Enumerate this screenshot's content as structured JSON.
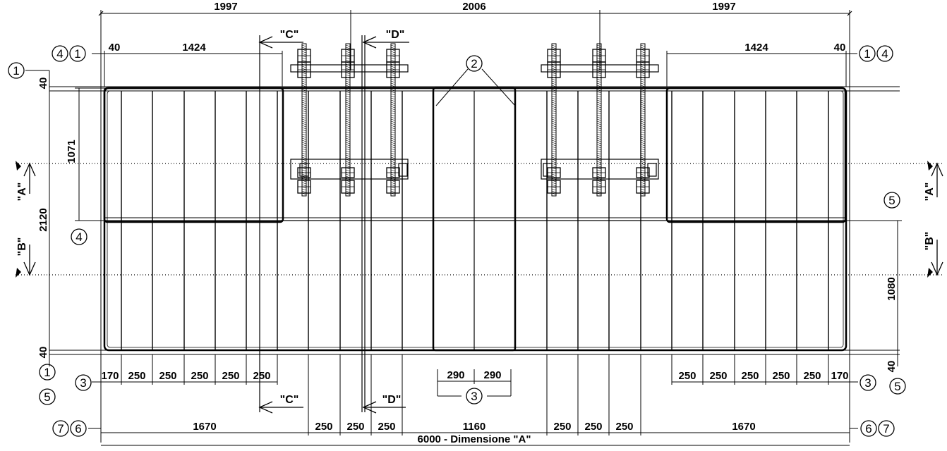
{
  "top_dims": [
    "1997",
    "2006",
    "1997"
  ],
  "second_dims": {
    "left_small": "40",
    "left_big": "1424",
    "right_big": "1424",
    "right_small": "40"
  },
  "left_dims": {
    "top": "40",
    "upper": "1071",
    "total": "2120",
    "bottom": "40"
  },
  "right_dims": {
    "lower": "1080",
    "bottom": "40"
  },
  "bottom_left_dims": [
    "170",
    "250",
    "250",
    "250",
    "250",
    "250"
  ],
  "bottom_right_dims": [
    "250",
    "250",
    "250",
    "250",
    "250",
    "170"
  ],
  "center_dims": [
    "290",
    "290"
  ],
  "bottom_row_dims": [
    "1670",
    "250",
    "250",
    "250",
    "1160",
    "250",
    "250",
    "250",
    "1670"
  ],
  "overall_dim": "6000 - Dimensione \"A\"",
  "sections": {
    "a": "\"A\"",
    "b": "\"B\"",
    "c": "\"C\"",
    "d": "\"D\""
  },
  "callouts": [
    "1",
    "2",
    "3",
    "4",
    "5",
    "6",
    "7"
  ]
}
